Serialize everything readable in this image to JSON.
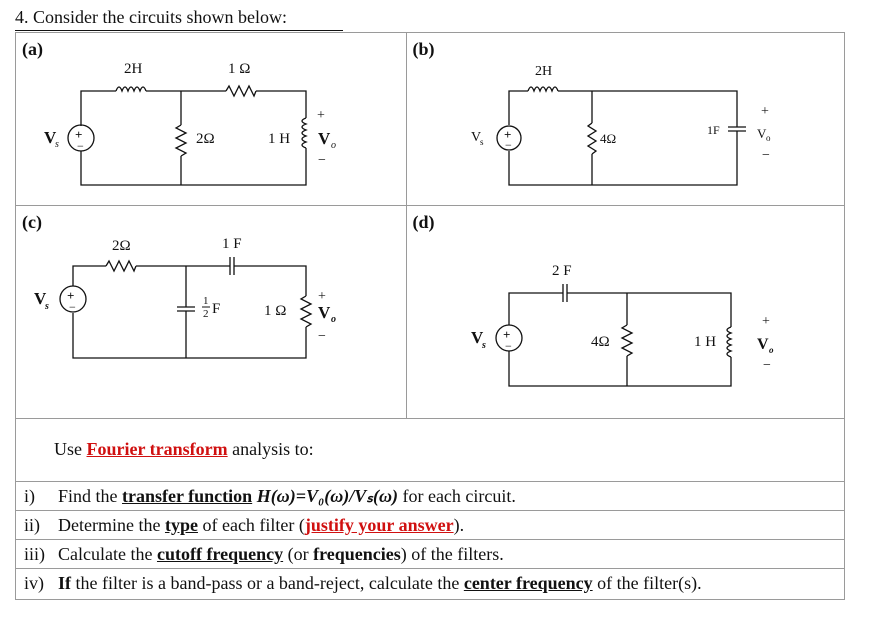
{
  "title": "4. Consider the circuits shown below:",
  "circuits": {
    "a": {
      "label": "(a)",
      "source": "V",
      "source_sub": "s",
      "l1": "2H",
      "r1": "1 Ω",
      "r2": "2Ω",
      "l2": "1 H",
      "plus": "+",
      "minus": "−",
      "out": "V",
      "out_sub": "o"
    },
    "b": {
      "label": "(b)",
      "source": "V",
      "source_sub": "s",
      "l1": "2H",
      "r1": "4Ω",
      "c1": "1F",
      "plus": "+",
      "minus": "−",
      "out": "V",
      "out_sub": "o"
    },
    "c": {
      "label": "(c)",
      "source": "V",
      "source_sub": "s",
      "r1": "2Ω",
      "c1": "1 F",
      "c2_num": "1",
      "c2_den": "2",
      "c2_unit": "F",
      "r2": "1 Ω",
      "plus": "+",
      "minus": "−",
      "out": "V",
      "out_sub": "o"
    },
    "d": {
      "label": "(d)",
      "source": "V",
      "source_sub": "s",
      "c1": "2 F",
      "r1": "4Ω",
      "l1": "1 H",
      "plus": "+",
      "minus": "−",
      "out": "V",
      "out_sub": "o"
    }
  },
  "instructions": {
    "intro_prefix": "Use ",
    "intro_link": "Fourier transform",
    "intro_suffix": " analysis to:",
    "items": [
      {
        "num": "i)",
        "p1": "Find the ",
        "u1": "transfer function",
        "p2": " ",
        "formula": "H(ω)=V₀(ω)/Vₛ(ω)",
        "p3": " for each circuit."
      },
      {
        "num": "ii)",
        "p1": "Determine the ",
        "u1": "type",
        "p2": " of each filter (",
        "red": "justify your answer",
        "p3": ")."
      },
      {
        "num": "iii)",
        "p1": "Calculate the ",
        "u1": "cutoff frequency",
        "p2": " (or ",
        "b1": "frequencies",
        "p3": ") of the filters."
      },
      {
        "num": "iv)",
        "b0": "If",
        "p1": " the filter is a band-pass or a band-reject, calculate the ",
        "u1": "center frequency",
        "p3": " of the filter(s)."
      }
    ]
  }
}
